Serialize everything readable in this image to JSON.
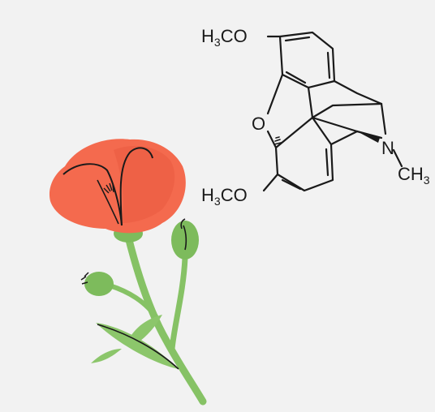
{
  "colors": {
    "background": "#f2f2f2",
    "petal": "#f46a4e",
    "petal_shade": "#ea5a40",
    "stem": "#86c265",
    "leaf": "#8cc66b",
    "bud": "#7dbb5c",
    "ink": "#1a1a1a"
  },
  "molecule": {
    "labels": {
      "methoxy_top": {
        "main": "H",
        "sub": "3",
        "rest": "CO"
      },
      "methoxy_bottom": {
        "main": "H",
        "sub": "3",
        "rest": "CO"
      },
      "oxygen": "O",
      "nitrogen": "N",
      "methyl": {
        "main": "CH",
        "sub": "3"
      }
    }
  },
  "illustration": {
    "subject": "poppy-flower",
    "icons": [
      "poppy-flower-icon",
      "seed-pod-icon",
      "bud-icon",
      "leaf-icon"
    ]
  }
}
